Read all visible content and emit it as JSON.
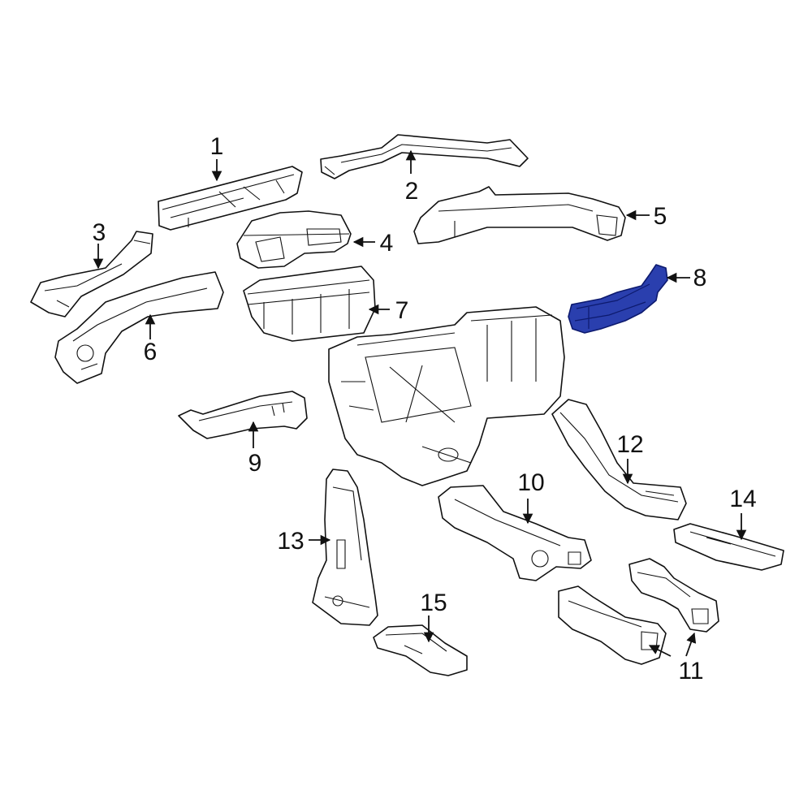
{
  "callouts": [
    {
      "id": "1",
      "label": "1"
    },
    {
      "id": "2",
      "label": "2"
    },
    {
      "id": "3",
      "label": "3"
    },
    {
      "id": "4",
      "label": "4"
    },
    {
      "id": "5",
      "label": "5"
    },
    {
      "id": "6",
      "label": "6"
    },
    {
      "id": "7",
      "label": "7"
    },
    {
      "id": "8",
      "label": "8",
      "highlighted": true
    },
    {
      "id": "9",
      "label": "9"
    },
    {
      "id": "10",
      "label": "10"
    },
    {
      "id": "11",
      "label": "11"
    },
    {
      "id": "12",
      "label": "12"
    },
    {
      "id": "13",
      "label": "13"
    },
    {
      "id": "14",
      "label": "14"
    },
    {
      "id": "15",
      "label": "15"
    }
  ],
  "colors": {
    "highlight": "#2a3fae",
    "line": "#111111",
    "background": "#ffffff"
  }
}
